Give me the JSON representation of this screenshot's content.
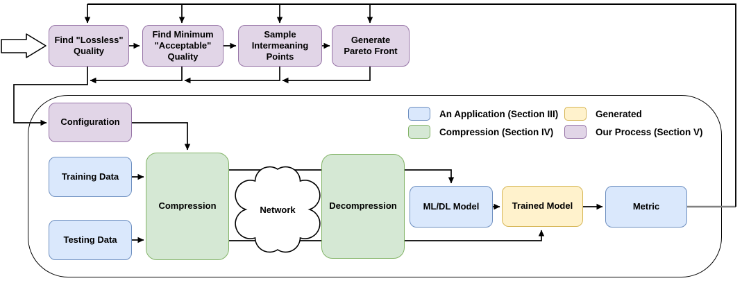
{
  "colors": {
    "application_fill": "#DAE8FC",
    "application_border": "#6C8EBF",
    "compression_fill": "#D5E8D4",
    "compression_border": "#82B366",
    "generated_fill": "#FFF2CC",
    "generated_border": "#D6B656",
    "process_fill": "#E1D5E7",
    "process_border": "#9673A6",
    "connector_line": "#000000",
    "metric_feedback_line": "#808080"
  },
  "top_row": {
    "nodes": [
      {
        "id": "find-lossless-quality",
        "label": "Find \"Lossless\" Quality",
        "category": "process"
      },
      {
        "id": "find-minimum-acceptable-quality",
        "label": "Find Minimum \"Acceptable\" Quality",
        "category": "process"
      },
      {
        "id": "sample-intermeaning-points",
        "label": "Sample Intermeaning Points",
        "category": "process"
      },
      {
        "id": "generate-pareto-front",
        "label": "Generate Pareto Front",
        "category": "process"
      }
    ]
  },
  "pipeline": {
    "nodes": [
      {
        "id": "configuration",
        "label": "Configuration",
        "category": "process"
      },
      {
        "id": "training-data",
        "label": "Training Data",
        "category": "application"
      },
      {
        "id": "testing-data",
        "label": "Testing Data",
        "category": "application"
      },
      {
        "id": "compression",
        "label": "Compression",
        "category": "compression"
      },
      {
        "id": "network",
        "label": "Network",
        "category": "cloud"
      },
      {
        "id": "decompression",
        "label": "Decompression",
        "category": "compression"
      },
      {
        "id": "ml-dl-model",
        "label": "ML/DL Model",
        "category": "application"
      },
      {
        "id": "trained-model",
        "label": "Trained Model",
        "category": "generated"
      },
      {
        "id": "metric",
        "label": "Metric",
        "category": "application"
      }
    ]
  },
  "legend": {
    "items": [
      {
        "label": "An Application (Section III)",
        "swatch": "application"
      },
      {
        "label": "Compression (Section IV)",
        "swatch": "compression"
      },
      {
        "label": "Generated",
        "swatch": "generated"
      },
      {
        "label": "Our Process (Section V)",
        "swatch": "process"
      }
    ]
  }
}
